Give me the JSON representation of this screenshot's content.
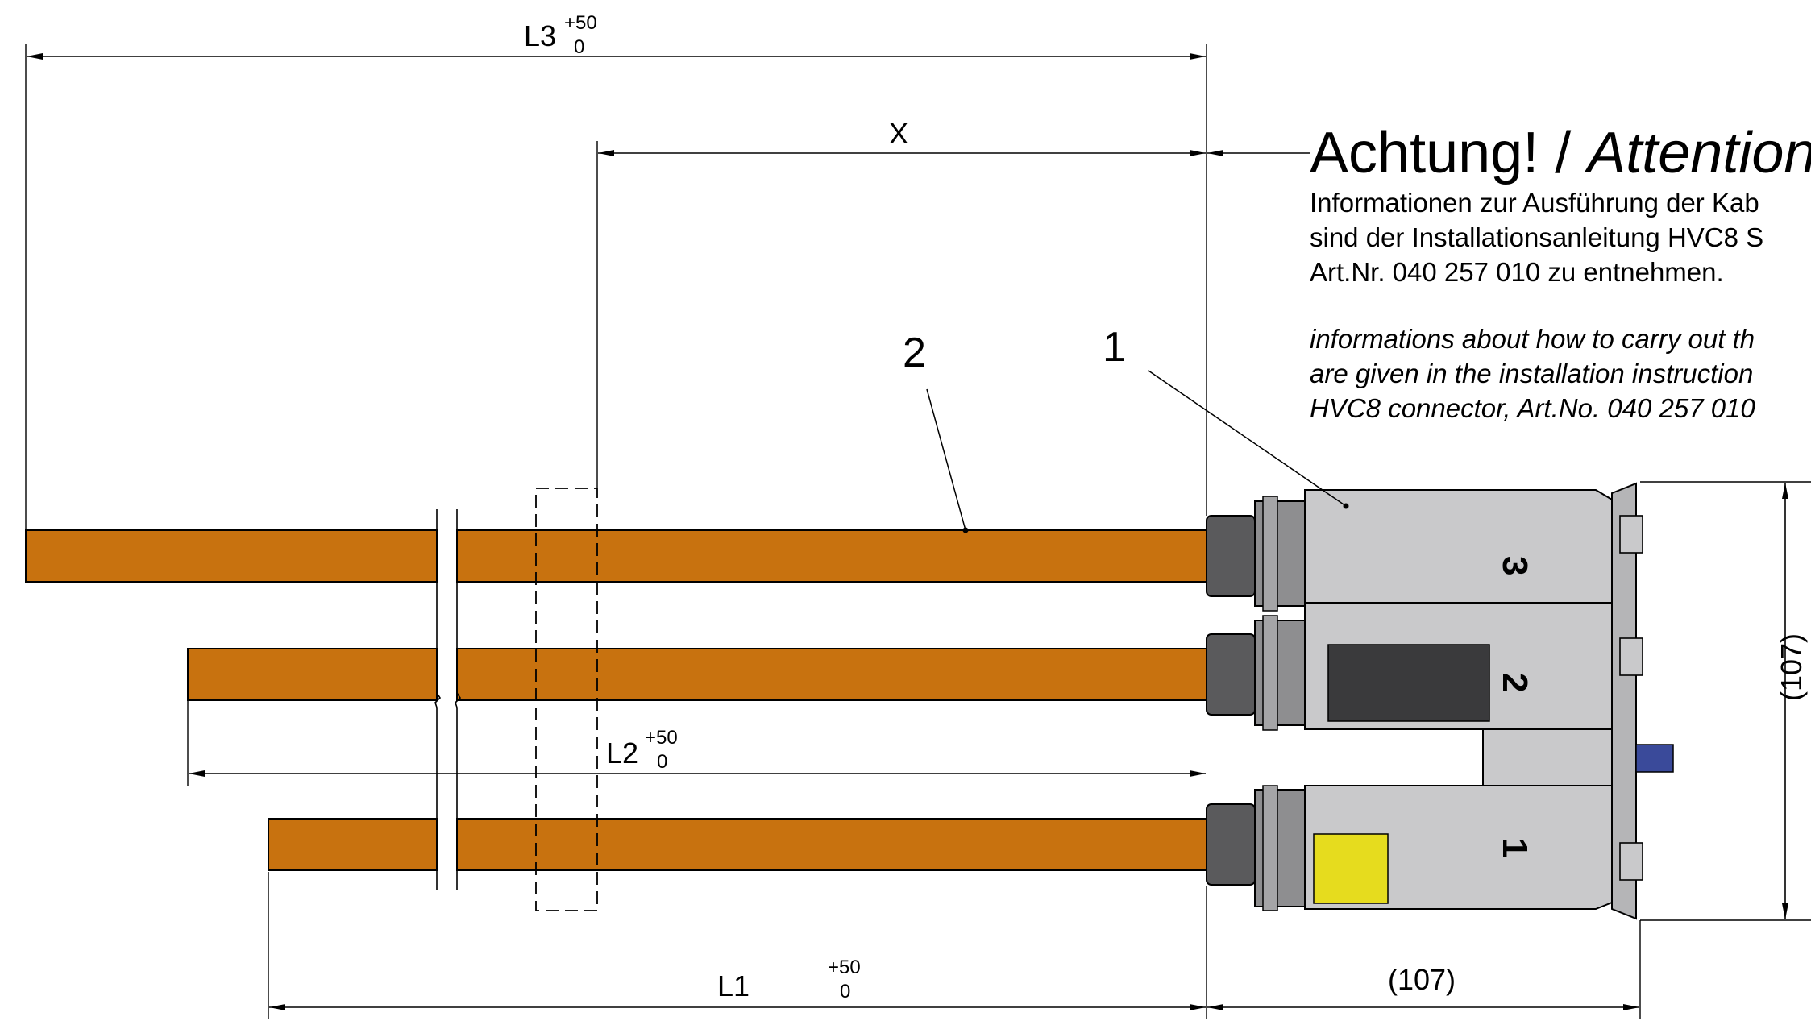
{
  "dimensions": {
    "l3": {
      "name": "L3",
      "tol_plus": "+50",
      "tol_minus": "0"
    },
    "l2": {
      "name": "L2",
      "tol_plus": "+50",
      "tol_minus": "0"
    },
    "l1": {
      "name": "L1",
      "tol_plus": "+50",
      "tol_minus": "0"
    },
    "x": "X",
    "width_bottom": "(107)",
    "height_right": "(107)"
  },
  "callouts": {
    "connector": "1",
    "cable": "2"
  },
  "connector_labels": {
    "pos3": "3",
    "pos2": "2",
    "pos1": "1"
  },
  "note": {
    "title_de": "Achtung! /",
    "title_en": "Attention",
    "de_lines": [
      "Informationen zur Ausführung der Kab",
      "sind der Installationsanleitung HVC8 S",
      "Art.Nr. 040 257 010 zu entnehmen."
    ],
    "en_lines": [
      "informations about how to carry out th",
      "are given in the installation instruction",
      "HVC8 connector, Art.No. 040 257 010"
    ]
  },
  "colors": {
    "cable": "#c8720f",
    "cable_edge": "#6b3a05",
    "connector": "#c9c9cb",
    "sleeve": "#5a5a5c",
    "label_yellow": "#e6dc1e",
    "stud": "#3a4a9a"
  }
}
